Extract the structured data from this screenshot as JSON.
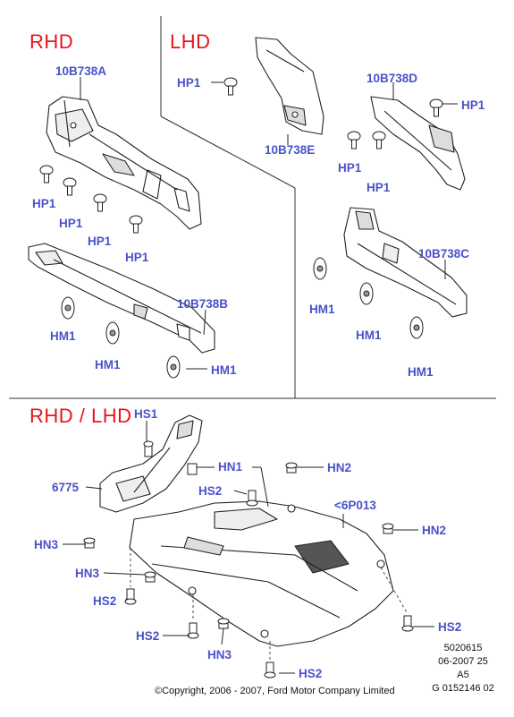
{
  "sections": {
    "rhd": "RHD",
    "lhd": "LHD",
    "both": "RHD / LHD"
  },
  "parts": {
    "p10b738a": "10B738A",
    "p10b738b": "10B738B",
    "p10b738c": "10B738C",
    "p10b738d": "10B738D",
    "p10b738e": "10B738E",
    "p6775": "6775",
    "p6p013": "<6P013",
    "hp1": "HP1",
    "hm1": "HM1",
    "hs1": "HS1",
    "hs2": "HS2",
    "hn1": "HN1",
    "hn2": "HN2",
    "hn3": "HN3"
  },
  "meta": {
    "line1": "5020615",
    "line2": "06-2007 25",
    "line3": "A5",
    "line4": "G 0152146 02"
  },
  "copyright": "©Copyright, 2006 - 2007, Ford Motor Company Limited",
  "colors": {
    "section": "#e8141c",
    "label": "#4a52c8",
    "line": "#222222"
  }
}
